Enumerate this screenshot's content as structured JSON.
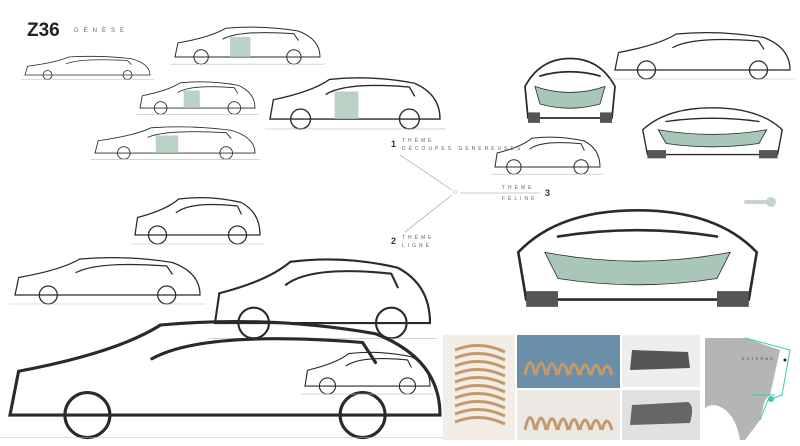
{
  "header": {
    "title": "Z36",
    "subtitle": "GÉNÈSE"
  },
  "themes": [
    {
      "number": "1",
      "label": "THÈME",
      "sub": "DÉCOUPES GÉNÉREUSES"
    },
    {
      "number": "2",
      "label": "THÈME",
      "sub": "LIGNE"
    },
    {
      "number": "3",
      "label": "THÈME",
      "sub": "FÉLINE"
    }
  ],
  "reference_card": {
    "label": "EXTERNE"
  },
  "colors": {
    "accent_green": "#a9c7b8",
    "stroke": "#2a2a2a",
    "wood": "#c49a6c",
    "card_teal": "#3cc9b0",
    "card_grey": "#b5b5b5"
  }
}
